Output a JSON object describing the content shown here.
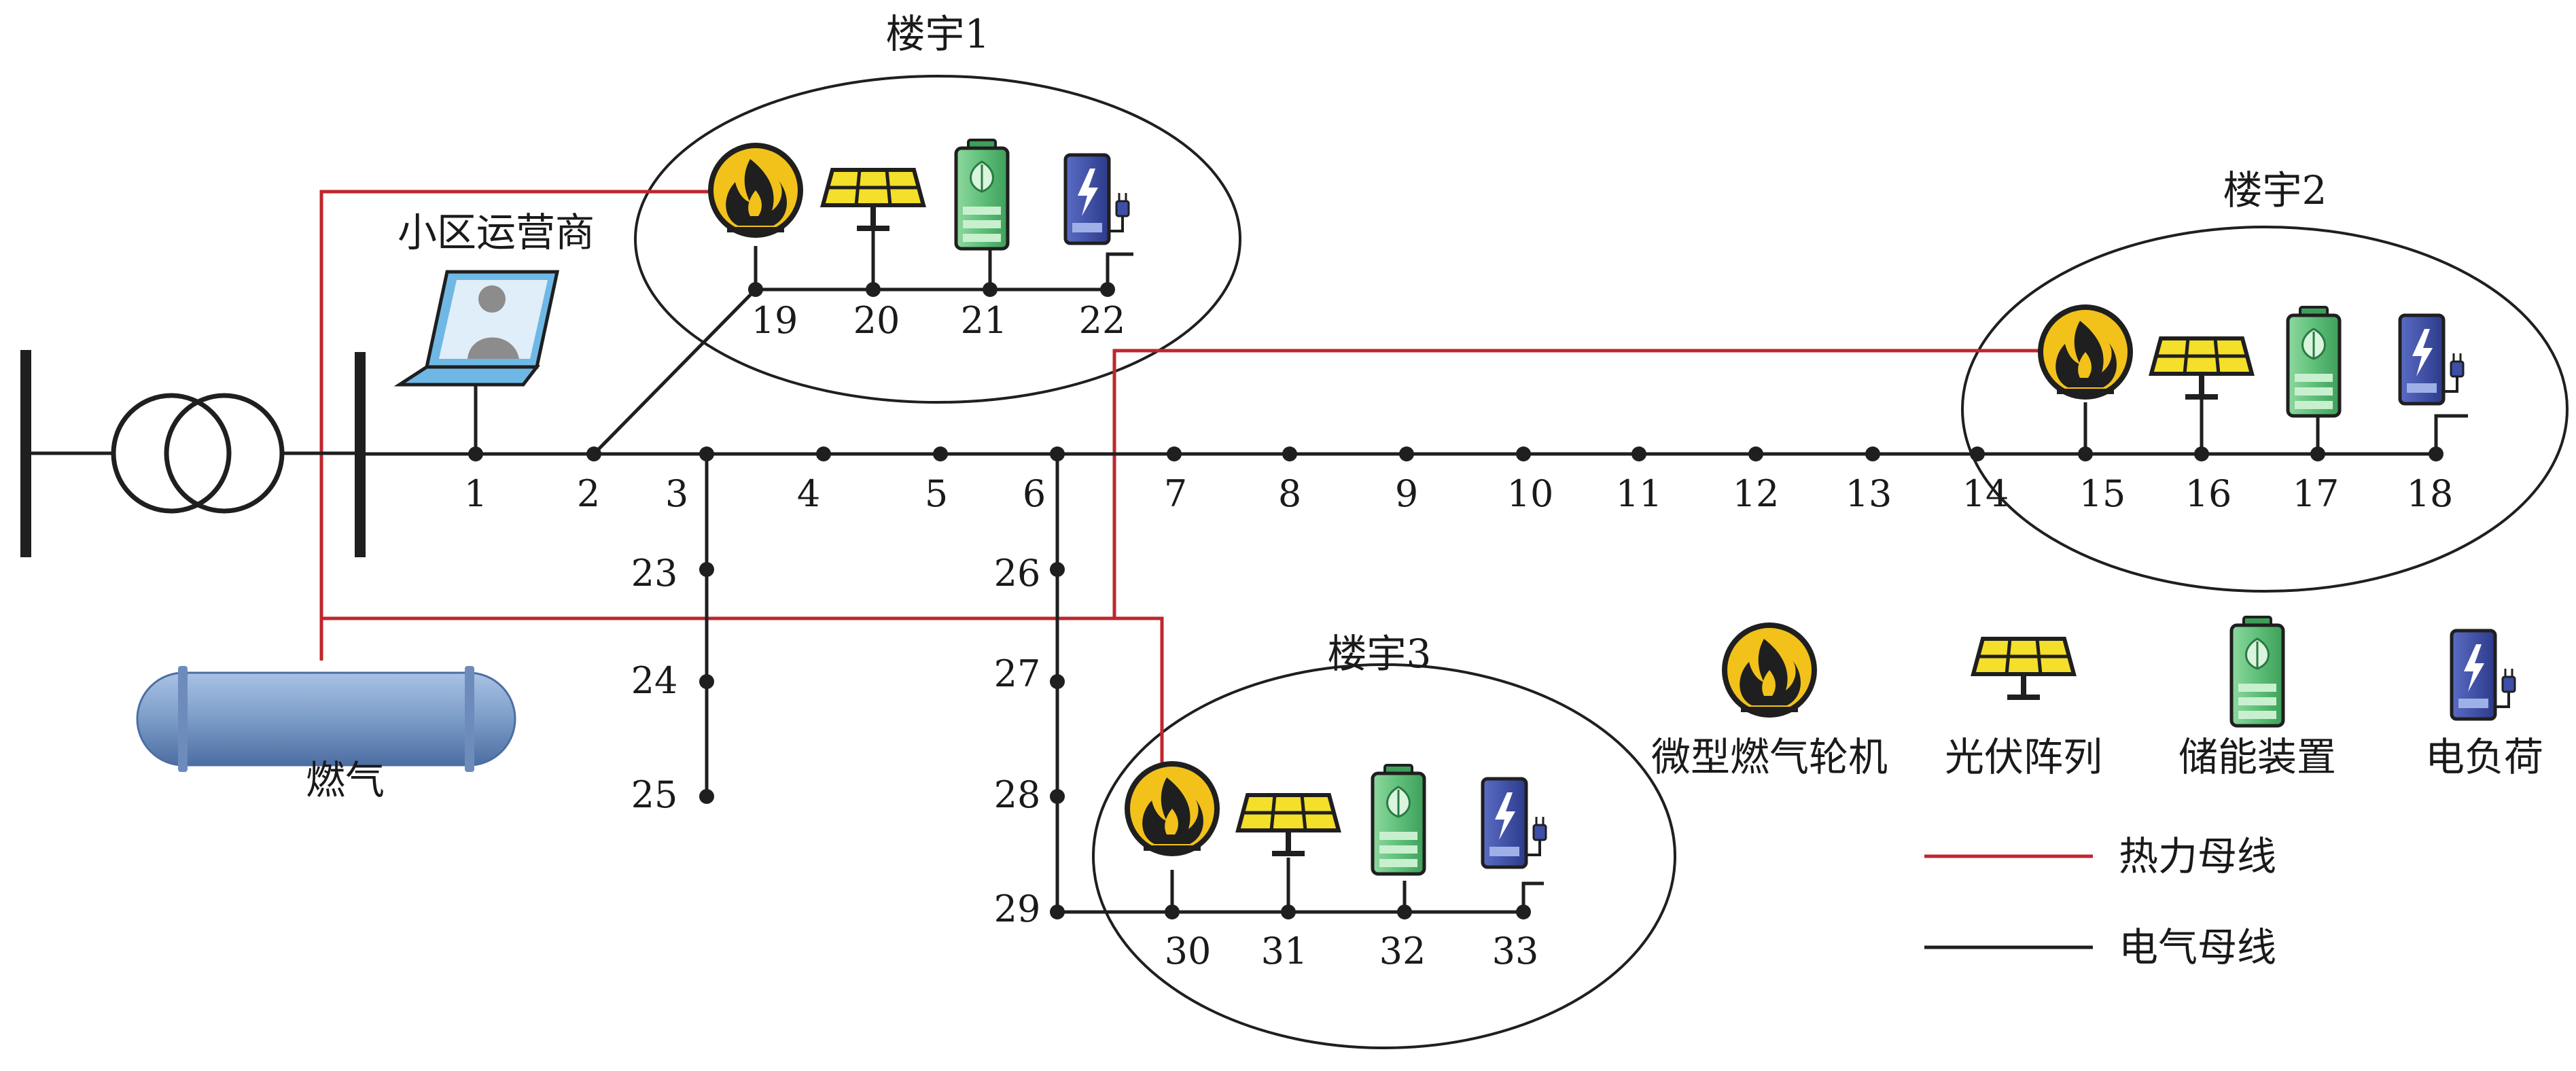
{
  "buildings": {
    "b1": "楼宇1",
    "b2": "楼宇2",
    "b3": "楼宇3"
  },
  "operator_label": "小区运营商",
  "gas_label": "燃气",
  "nodes": [
    "1",
    "2",
    "3",
    "4",
    "5",
    "6",
    "7",
    "8",
    "9",
    "10",
    "11",
    "12",
    "13",
    "14",
    "15",
    "16",
    "17",
    "18",
    "19",
    "20",
    "21",
    "22",
    "23",
    "24",
    "25",
    "26",
    "27",
    "28",
    "29",
    "30",
    "31",
    "32",
    "33"
  ],
  "legend": {
    "turbine": "微型燃气轮机",
    "pv": "光伏阵列",
    "storage": "储能装置",
    "load": "电负荷",
    "thermal_bus": "热力母线",
    "electric_bus": "电气母线"
  },
  "colors": {
    "thermal_bus": "#c0262d",
    "electric_bus": "#1a1a1a",
    "turbine_fill": "#f2c21b",
    "pv_fill": "#f4df2a",
    "storage_fill": "#5fc07a",
    "load_fill": "#3d4fa8",
    "tank_fill": "#7c9cc8"
  },
  "icons": [
    "transformer-icon",
    "flame-icon",
    "solar-panel-icon",
    "battery-icon",
    "power-load-icon",
    "laptop-icon",
    "gas-tank-icon"
  ]
}
